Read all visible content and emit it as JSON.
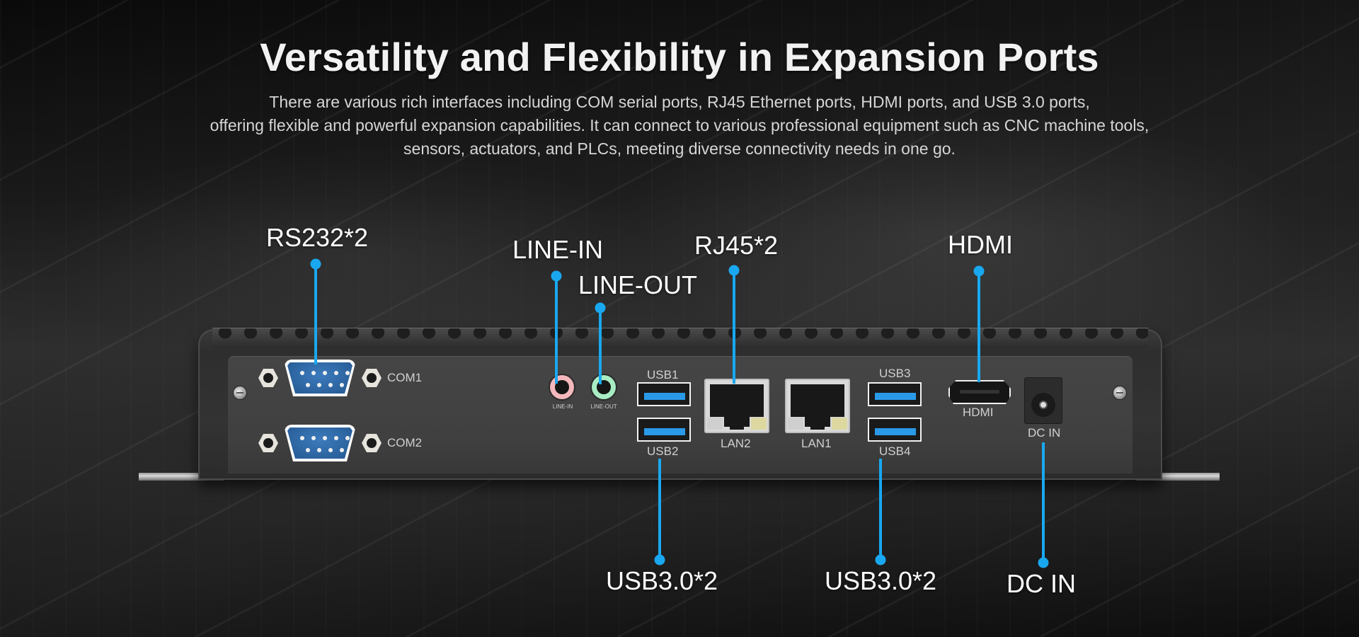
{
  "header": {
    "title": "Versatility and Flexibility in Expansion Ports",
    "subtitle_lines": [
      "There are various rich interfaces including COM serial ports, RJ45 Ethernet ports, HDMI ports, and USB 3.0 ports,",
      "offering flexible and powerful expansion capabilities. It can connect to various professional equipment such as CNC machine tools,",
      "sensors, actuators, and PLCs, meeting diverse connectivity needs in one go."
    ]
  },
  "colors": {
    "accent": "#19a8f0",
    "db9_blue": "#2f6aa6",
    "line_in_pink": "#f4b8bc",
    "line_out_green": "#a8ecc4",
    "usb_blue": "#2a9ae8",
    "panel": "#414141",
    "led_left": "#cfcfcf",
    "led_right": "#ddd8a0"
  },
  "callouts": {
    "rs232": "RS232*2",
    "line_in": "LINE-IN",
    "line_out": "LINE-OUT",
    "rj45": "RJ45*2",
    "hdmi": "HDMI",
    "usb_left": "USB3.0*2",
    "usb_right": "USB3.0*2",
    "dc_in": "DC IN"
  },
  "panel_labels": {
    "com1": "COM1",
    "com2": "COM2",
    "line_in": "LINE-IN",
    "line_out": "LINE-OUT",
    "usb1": "USB1",
    "usb2": "USB2",
    "usb3": "USB3",
    "usb4": "USB4",
    "lan2": "LAN2",
    "lan1": "LAN1",
    "hdmi": "HDMI",
    "dc_in": "DC IN"
  }
}
